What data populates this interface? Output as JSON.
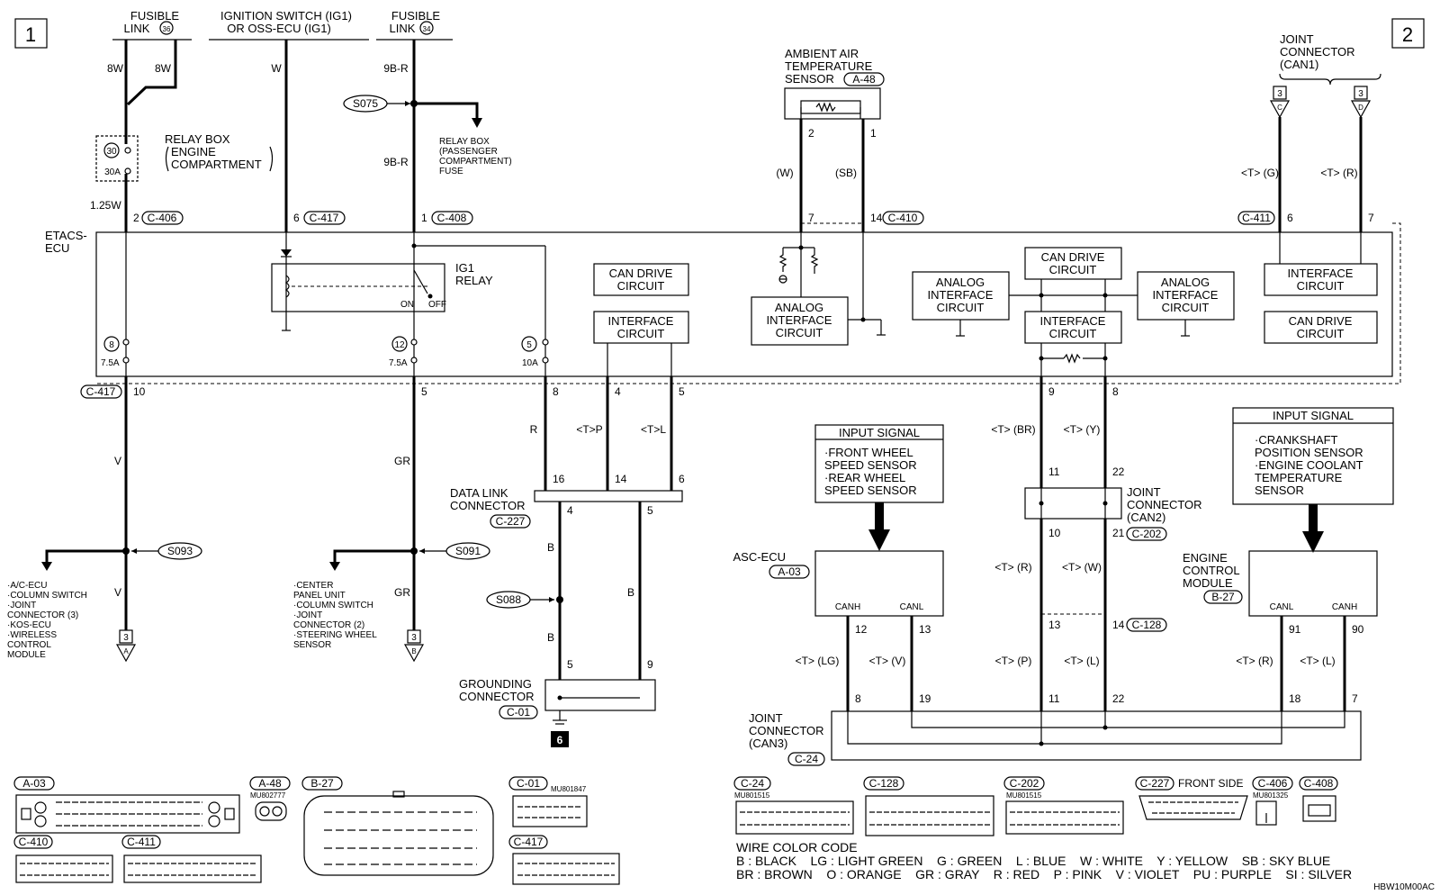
{
  "sheets": [
    "1",
    "2"
  ],
  "sources": {
    "fusible36": [
      "FUSIBLE",
      "LINK",
      "36"
    ],
    "ig_switch": [
      "IGNITION SWITCH (IG1)",
      "OR OSS-ECU (IG1)"
    ],
    "fusible34": [
      "FUSIBLE",
      "LINK",
      "34"
    ]
  },
  "wires": {
    "w_8w_a": "8W",
    "w_8w_b": "8W",
    "w_125w": "1.25W",
    "w_w": "W",
    "w_9br_a": "9B-R",
    "w_9br_b": "9B-R",
    "w_v_a": "V",
    "w_v_b": "V",
    "w_gr_a": "GR",
    "w_gr_b": "GR",
    "w_r": "R",
    "w_tp": "<T>P",
    "w_tl": "<T>L",
    "w_b_a": "B",
    "w_b_b": "B",
    "w_b_c": "B",
    "amb_w": "(W)",
    "amb_sb": "(SB)",
    "can1_g": "<T> (G)",
    "can1_r": "<T> (R)",
    "can2_br": "<T> (BR)",
    "can2_y": "<T> (Y)",
    "can2_r": "<T> (R)",
    "can2_w": "<T> (W)",
    "can3_p": "<T> (P)",
    "can3_l": "<T> (L)",
    "asc_lg": "<T> (LG)",
    "asc_v": "<T> (V)",
    "ecm_r": "<T> (R)",
    "ecm_l": "<T> (L)"
  },
  "relay_box_eng": {
    "title": [
      "RELAY BOX",
      "ENGINE",
      "COMPARTMENT"
    ],
    "fuse_no": "30",
    "fuse_amp": "30A"
  },
  "relay_box_pass": [
    "RELAY BOX",
    "(PASSENGER",
    "COMPARTMENT)",
    "FUSE"
  ],
  "splices": {
    "s075": "S075",
    "s093": "S093",
    "s091": "S091",
    "s088": "S088"
  },
  "connectors": {
    "c406": "C-406",
    "c417": "C-417",
    "c408": "C-408",
    "c410": "C-410",
    "c411": "C-411",
    "c227": "C-227",
    "c01": "C-01",
    "c202": "C-202",
    "c128": "C-128",
    "c24": "C-24",
    "a03": "A-03",
    "b27": "B-27",
    "a48": "A-48"
  },
  "pins": {
    "p2": "2",
    "p6": "6",
    "p1": "1",
    "amb2": "2",
    "amb1": "1",
    "amb7": "7",
    "amb14": "14",
    "can1_6": "6",
    "can1_7": "7",
    "out10": "10",
    "out5": "5",
    "out8": "8",
    "out4": "4",
    "out5b": "5",
    "out9": "9",
    "out8b": "8",
    "dl16": "16",
    "dl14": "14",
    "dl6": "6",
    "dl4": "4",
    "dl5": "5",
    "gc5": "5",
    "gc9": "9",
    "jc11": "11",
    "jc22": "22",
    "jc10": "10",
    "jc21": "21",
    "c128_13": "13",
    "c128_14": "14",
    "asc12": "12",
    "asc13": "13",
    "ecm91": "91",
    "ecm90": "90",
    "j3_8": "8",
    "j3_19": "19",
    "j3_11": "11",
    "j3_22": "22",
    "j3_18": "18",
    "j3_7": "7",
    "can1_c3": "3",
    "can1_d3": "3",
    "can1_c": "C",
    "can1_d": "D",
    "out_a3": "3",
    "out_a": "A",
    "out_b3": "3",
    "out_b": "B"
  },
  "etacs": {
    "title": [
      "ETACS-",
      "ECU"
    ],
    "ig1_relay": [
      "IG1",
      "RELAY"
    ],
    "on": "ON",
    "off": "OFF",
    "fuses": [
      {
        "no": "8",
        "amp": "7.5A"
      },
      {
        "no": "12",
        "amp": "7.5A"
      },
      {
        "no": "5",
        "amp": "10A"
      }
    ],
    "can_drive_l": [
      "CAN DRIVE",
      "CIRCUIT"
    ],
    "interface_l": [
      "INTERFACE",
      "CIRCUIT"
    ],
    "analog_amb": [
      "ANALOG",
      "INTERFACE",
      "CIRCUIT"
    ],
    "analog_l": [
      "ANALOG",
      "INTERFACE",
      "CIRCUIT"
    ],
    "can_drive_m": [
      "CAN DRIVE",
      "CIRCUIT"
    ],
    "analog_r": [
      "ANALOG",
      "INTERFACE",
      "CIRCUIT"
    ],
    "interface_m": [
      "INTERFACE",
      "CIRCUIT"
    ],
    "interface_r": [
      "INTERFACE",
      "CIRCUIT"
    ],
    "can_drive_r": [
      "CAN DRIVE",
      "CIRCUIT"
    ]
  },
  "ambient_sensor": [
    "AMBIENT AIR",
    "TEMPERATURE",
    "SENSOR"
  ],
  "joint_can1": [
    "JOINT",
    "CONNECTOR",
    "(CAN1)"
  ],
  "joint_can2": [
    "JOINT",
    "CONNECTOR",
    "(CAN2)"
  ],
  "joint_can3": [
    "JOINT",
    "CONNECTOR",
    "(CAN3)"
  ],
  "data_link": [
    "DATA LINK",
    "CONNECTOR"
  ],
  "grounding": [
    "GROUNDING",
    "CONNECTOR"
  ],
  "ground_no": "6",
  "s093_list": [
    "·A/C-ECU",
    "·COLUMN SWITCH",
    "·JOINT",
    "  CONNECTOR (3)",
    "·KOS-ECU",
    "·WIRELESS",
    "  CONTROL",
    "  MODULE"
  ],
  "s091_list": [
    "·CENTER",
    "  PANEL UNIT",
    "·COLUMN SWITCH",
    "·JOINT",
    "  CONNECTOR (2)",
    "·STEERING WHEEL",
    "  SENSOR"
  ],
  "input_asc": {
    "title": "INPUT SIGNAL",
    "items": [
      "·FRONT WHEEL",
      "  SPEED SENSOR",
      "·REAR WHEEL",
      "  SPEED SENSOR"
    ]
  },
  "input_ecm": {
    "title": "INPUT SIGNAL",
    "items": [
      "·CRANKSHAFT",
      "  POSITION SENSOR",
      "·ENGINE COOLANT",
      "  TEMPERATURE",
      "  SENSOR"
    ]
  },
  "asc_ecu": {
    "title": "ASC-ECU",
    "canh": "CANH",
    "canl": "CANL"
  },
  "ecm": {
    "title": [
      "ENGINE",
      "CONTROL",
      "MODULE"
    ],
    "canl": "CANL",
    "canh": "CANH"
  },
  "legend": {
    "part_nos": {
      "a48": "MU802777",
      "c01": "MU801847",
      "c24": "MU801515",
      "c202": "MU801515",
      "c406": "MU801325"
    },
    "labels": {
      "a03": "A-03",
      "a48": "A-48",
      "b27": "B-27",
      "c01": "C-01",
      "c410": "C-410",
      "c411": "C-411",
      "c417": "C-417",
      "c24": "C-24",
      "c128": "C-128",
      "c202": "C-202",
      "c227": "C-227",
      "c406": "C-406",
      "c408": "C-408"
    },
    "front_side": "FRONT SIDE"
  },
  "wire_color_code": {
    "title": "WIRE COLOR CODE",
    "line1": "B : BLACK    LG : LIGHT GREEN    G : GREEN    L : BLUE    W : WHITE    Y : YELLOW    SB : SKY BLUE",
    "line2": "BR : BROWN    O : ORANGE    GR : GRAY    R : RED    P : PINK    V : VIOLET    PU : PURPLE    SI : SILVER"
  },
  "figure_code": "HBW10M00AC"
}
